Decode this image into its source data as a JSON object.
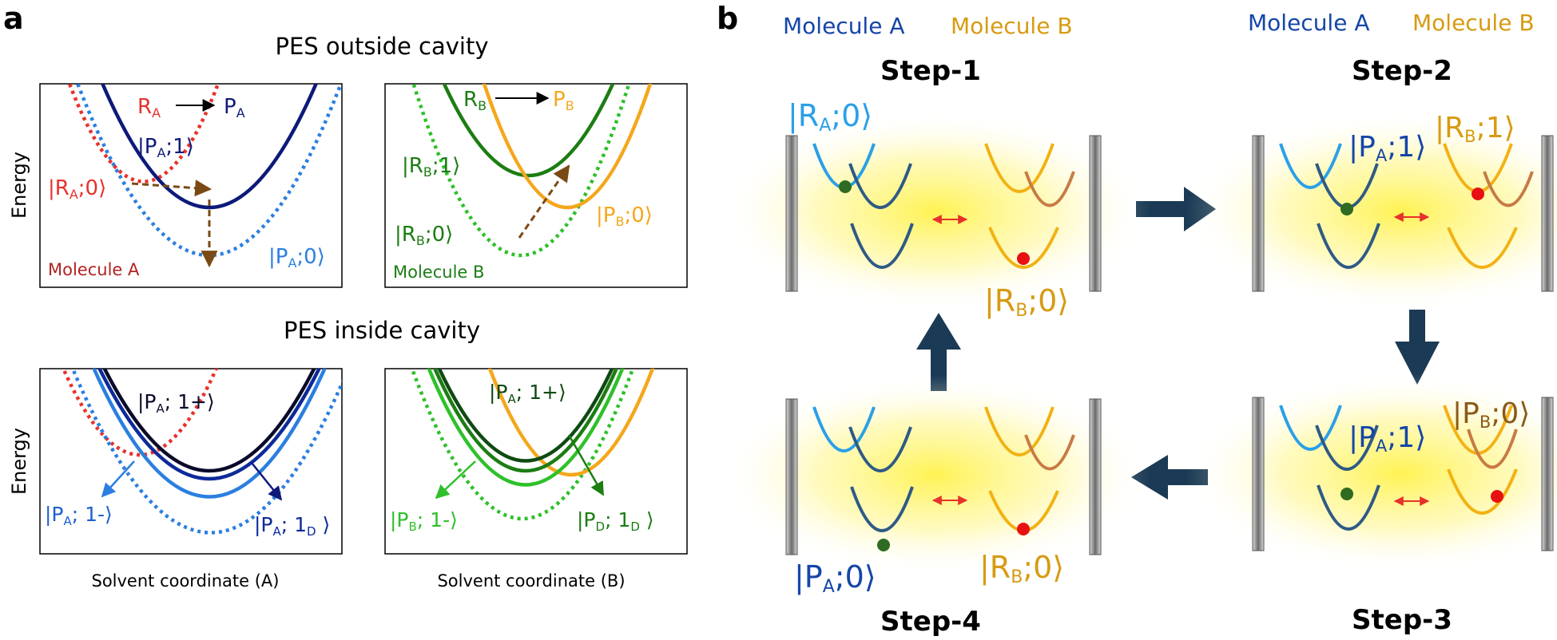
{
  "panel_a": {
    "label": "a",
    "outside_title": "PES outside cavity",
    "inside_title": "PES inside cavity",
    "y_axis_label": "Energy",
    "x_label_A": "Solvent coordinate  (A)",
    "x_label_B": "Solvent coordinate (B)",
    "box1": {
      "rxn_R": "R",
      "rxn_R_sub": "A",
      "rxn_P": "P",
      "rxn_P_sub": "A",
      "state_PA1": "|P",
      "state_PA1_sub": "A",
      "state_PA1_rest": ";1⟩",
      "state_RA0": "|R",
      "state_RA0_sub": "A",
      "state_RA0_rest": ";0⟩",
      "state_PA0": "|P",
      "state_PA0_sub": "A",
      "state_PA0_rest": ";0⟩",
      "molecule": "Molecule A"
    },
    "box2": {
      "rxn_R": "R",
      "rxn_R_sub": "B",
      "rxn_P": "P",
      "rxn_P_sub": "B",
      "state_RB1": "|R",
      "state_RB1_sub": "B",
      "state_RB1_rest": ";1⟩",
      "state_RB0": "|R",
      "state_RB0_sub": "B",
      "state_RB0_rest": ";0⟩",
      "state_PB0": "|P",
      "state_PB0_sub": "B",
      "state_PB0_rest": ";0⟩",
      "molecule": "Molecule B"
    },
    "box3": {
      "state_up": "|P",
      "state_up_sub": "A",
      "state_up_rest": "; 1+⟩",
      "state_lo": "|P",
      "state_lo_sub": "A",
      "state_lo_rest": "; 1-⟩",
      "state_d": "|P",
      "state_d_sub": "A",
      "state_d_mid": "; 1",
      "state_d_sub2": "D",
      "state_d_rest": " ⟩"
    },
    "box4": {
      "state_up": "|P",
      "state_up_sub": "A",
      "state_up_rest": "; 1+⟩",
      "state_lo": "|P",
      "state_lo_sub": "B",
      "state_lo_rest": "; 1-⟩",
      "state_d": "|P",
      "state_d_sub": "D",
      "state_d_mid": "; 1",
      "state_d_sub2": "D",
      "state_d_rest": " ⟩"
    }
  },
  "panel_b": {
    "label": "b",
    "mol_A": "Molecule A",
    "mol_B": "Molecule B",
    "steps": [
      "Step-1",
      "Step-2",
      "Step-3",
      "Step-4"
    ],
    "s1_ket": {
      "a": "|R",
      "sub": "A",
      "b": ";0⟩"
    },
    "s1_ket2": {
      "a": "|R",
      "sub": "B",
      "b": ";0⟩"
    },
    "s2_ket": {
      "a": "|P",
      "sub": "A",
      "b": ";1⟩"
    },
    "s2_ket2": {
      "a": "|R",
      "sub": "B",
      "b": ";1⟩"
    },
    "s3_ket": {
      "a": "|P",
      "sub": "A",
      "b": ";1⟩"
    },
    "s3_ket2": {
      "a": "|P",
      "sub": "B",
      "b": ";0⟩"
    },
    "s4_ket": {
      "a": "|P",
      "sub": "A",
      "b": ";0⟩"
    },
    "s4_ket2": {
      "a": "|R",
      "sub": "B",
      "b": ";0⟩"
    }
  },
  "colors": {
    "red": "#e8312b",
    "navy": "#0d1a7a",
    "blue": "#2a7fe0",
    "darkblue": "#0d2a9a",
    "green": "#1c7d13",
    "lightgreen": "#2fc02a",
    "orange": "#f4a71c",
    "brown": "#7a4a15",
    "steel": "#2e5a86",
    "gold": "#f2b213",
    "copper": "#c87b45",
    "sky": "#2aa0e8",
    "arrow": "#1b3a55"
  }
}
